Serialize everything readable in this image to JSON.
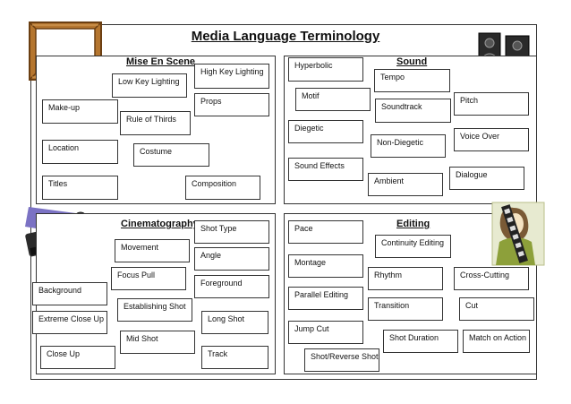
{
  "title": "Media Language Terminology",
  "sections": {
    "mise_en_scene": {
      "title": "Mise En Scene",
      "terms": [
        "High Key Lighting",
        "Low Key Lighting",
        "Props",
        "Make-up",
        "Rule of Thirds",
        "Location",
        "Costume",
        "Titles",
        "Composition"
      ]
    },
    "sound": {
      "title": "Sound",
      "terms": [
        "Hyperbolic",
        "Tempo",
        "Motif",
        "Pitch",
        "Soundtrack",
        "Diegetic",
        "Voice Over",
        "Non-Diegetic",
        "Sound Effects",
        "Dialogue",
        "Ambient"
      ]
    },
    "cinematography": {
      "title": "Cinematography",
      "terms": [
        "Shot Type",
        "Movement",
        "Angle",
        "Focus Pull",
        "Foreground",
        "Background",
        "Establishing Shot",
        "Extreme Close Up",
        "Long Shot",
        "Mid Shot",
        "Close Up",
        "Track"
      ]
    },
    "editing": {
      "title": "Editing",
      "terms": [
        "Pace",
        "Continuity Editing",
        "Montage",
        "Rhythm",
        "Cross-Cutting",
        "Parallel Editing",
        "Transition",
        "Cut",
        "Jump Cut",
        "Shot Duration",
        "Match on Action",
        "Shot/Reverse Shot"
      ]
    }
  }
}
